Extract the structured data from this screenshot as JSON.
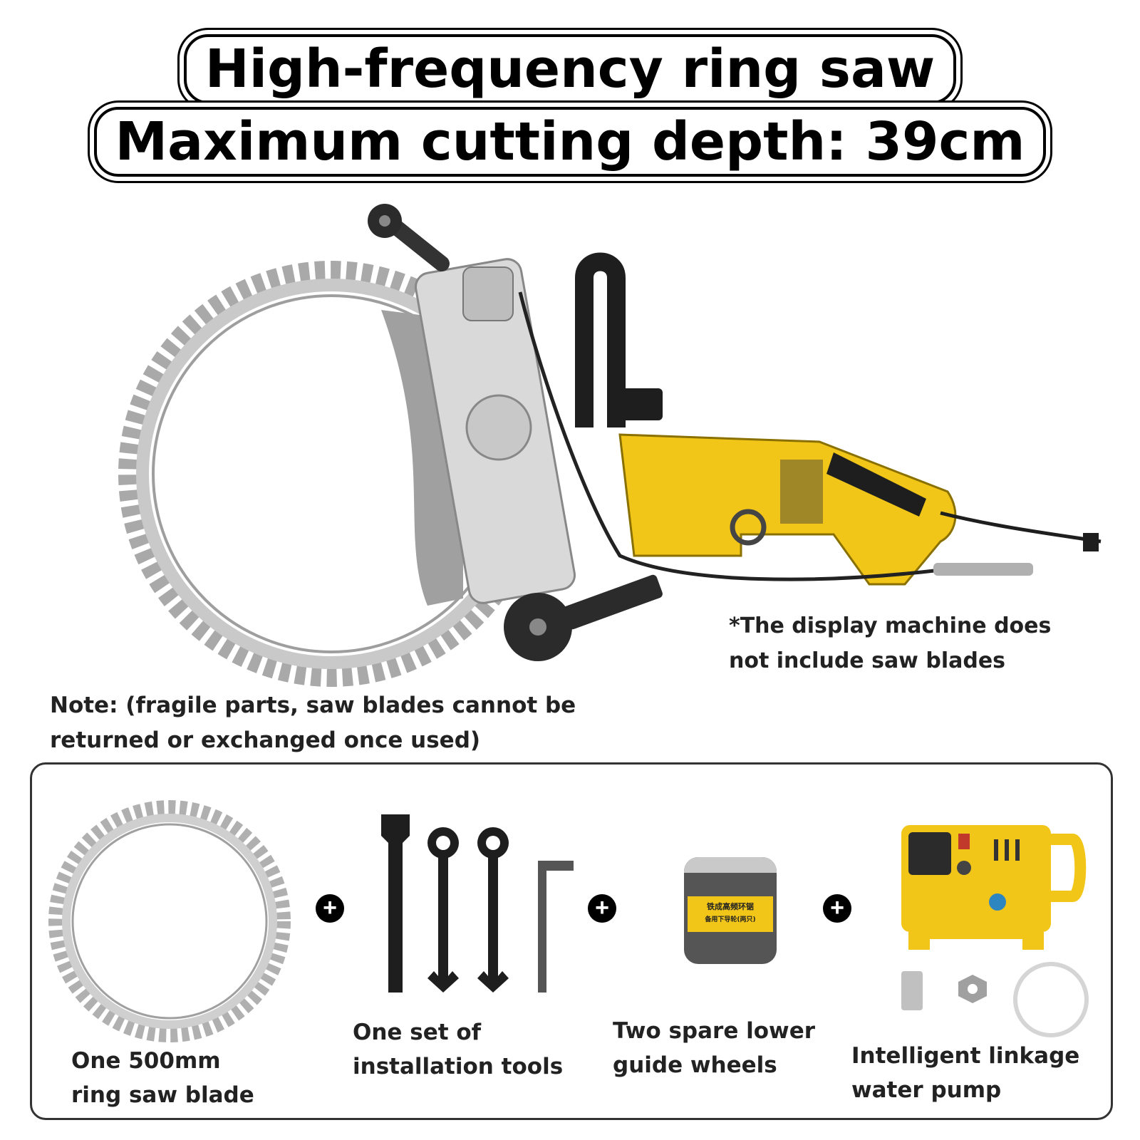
{
  "title": {
    "line1": "High-frequency ring saw",
    "line2": "Maximum cutting depth: 39cm"
  },
  "disclaimer": {
    "line1": "*The display machine does",
    "line2": "not include saw blades"
  },
  "note": {
    "line1": "Note: (fragile parts, saw blades cannot be",
    "line2": "returned or exchanged once used)"
  },
  "kit": {
    "items": [
      {
        "line1": "One 500mm",
        "line2": "ring saw blade",
        "icon": "ring-blade-icon"
      },
      {
        "line1": "One set of",
        "line2": "installation tools",
        "icon": "wrench-set-icon"
      },
      {
        "line1": "Two spare lower",
        "line2": "guide wheels",
        "icon": "guide-wheel-jar-icon"
      },
      {
        "line1": "Intelligent linkage",
        "line2": "water pump",
        "icon": "water-pump-icon"
      }
    ],
    "plus_symbol": "+",
    "jar_label": {
      "line1": "铁成高频环锯",
      "line2": "备用下导轮(两只)"
    }
  },
  "colors": {
    "saw_yellow": "#F2C619",
    "blade_gray": "#BDBDBD",
    "handle_black": "#1E1E1E",
    "metal": "#D9D9D9"
  }
}
